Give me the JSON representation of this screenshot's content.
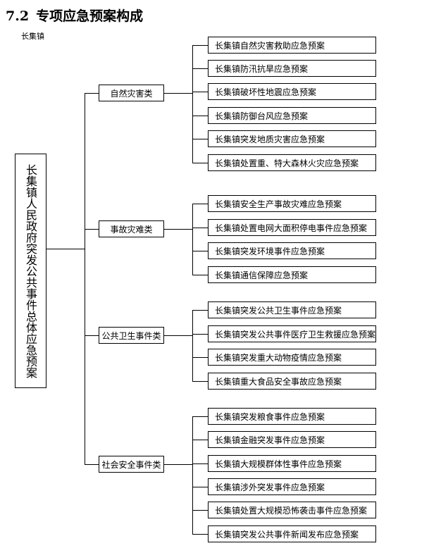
{
  "heading": {
    "number": "7.2",
    "title": "专项应急预案构成"
  },
  "subtitle": "长集镇",
  "root": "长集镇人民政府突发公共事件总体应急预案",
  "categories": [
    {
      "label": "自然灾害类",
      "plans": [
        "长集镇自然灾害救助应急预案",
        "长集镇防汛抗旱应急预案",
        "长集镇破坏性地震应急预案",
        "长集镇防御台风应急预案",
        "长集镇突发地质灾害应急预案",
        "长集镇处置重、特大森林火灾应急预案"
      ]
    },
    {
      "label": "事故灾难类",
      "plans": [
        "长集镇安全生产事故灾难应急预案",
        "长集镇处置电网大面积停电事件应急预案",
        "长集镇突发环境事件应急预案",
        "长集镇通信保障应急预案"
      ]
    },
    {
      "label": "公共卫生事件类",
      "plans": [
        "长集镇突发公共卫生事件应急预案",
        "长集镇突发公共事件医疗卫生救援应急预案",
        "长集镇突发重大动物疫情应急预案",
        "长集镇重大食品安全事故应急预案"
      ]
    },
    {
      "label": "社会安全事件类",
      "plans": [
        "长集镇突发粮食事件应急预案",
        "长集镇金融突发事件应急预案",
        "长集镇大规模群体性事件应急预案",
        "长集镇涉外突发事件应急预案",
        "长集镇处置大规模恐怖袭击事件应急预案",
        "长集镇突发公共事件新闻发布应急预案"
      ]
    }
  ]
}
